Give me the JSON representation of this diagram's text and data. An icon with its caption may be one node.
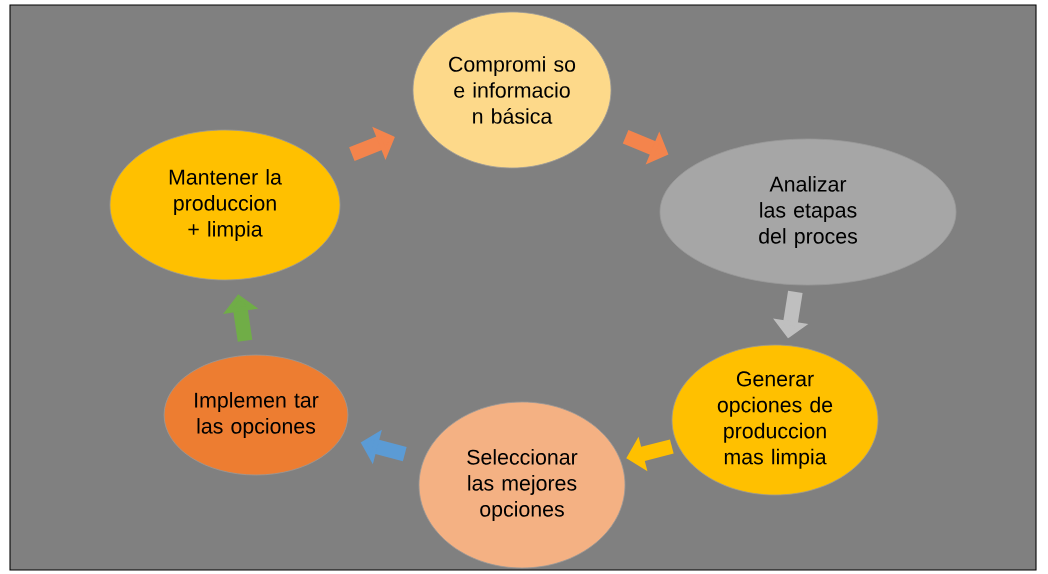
{
  "diagram": {
    "nodes": [
      {
        "text": [
          "Compromi so e informacio n básica"
        ]
      },
      {
        "text": [
          "Analizar las etapas del proces"
        ]
      },
      {
        "text": [
          "Generar opciones de produccion mas limpia"
        ]
      },
      {
        "text": [
          "Seleccionar las mejores opciones"
        ]
      },
      {
        "text": [
          "Implemen tar las opciones"
        ]
      },
      {
        "text": [
          "Mantener la produccion + limpia"
        ]
      }
    ],
    "edges": [
      {
        "from": 5,
        "to": 0,
        "arrow": "to",
        "color": "#f4844c"
      },
      {
        "from": 0,
        "to": 1,
        "arrow": "to",
        "color": "#f4844c"
      },
      {
        "from": 1,
        "to": 2,
        "arrow": "to",
        "color": "#bfbfbf"
      },
      {
        "from": 2,
        "to": 3,
        "arrow": "to",
        "color": "#ffc000"
      },
      {
        "from": 3,
        "to": 4,
        "arrow": "to",
        "color": "#5b9bd5"
      },
      {
        "from": 4,
        "to": 5,
        "arrow": "to",
        "color": "#70ad47"
      }
    ]
  }
}
